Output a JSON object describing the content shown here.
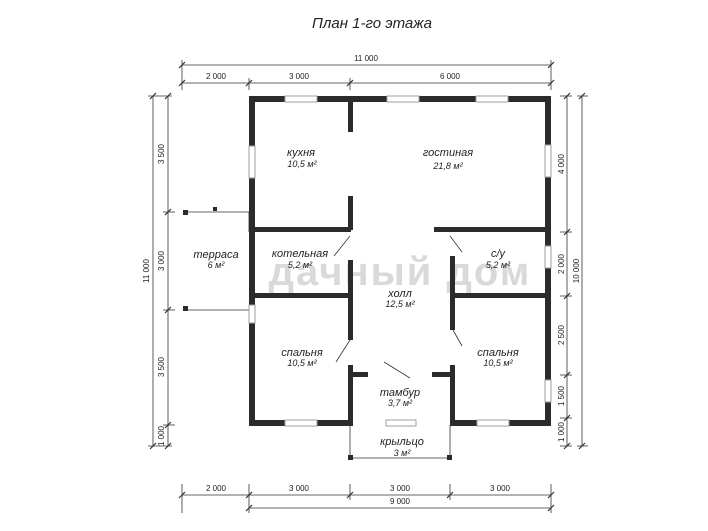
{
  "title": "План 1-го этажа",
  "watermark": "дачный дом",
  "colors": {
    "wall": "#2b2b2b",
    "line": "#333333",
    "window": "#9aa0a6"
  },
  "rooms": {
    "kitchen": {
      "name": "кухня",
      "area": "10,5 м²"
    },
    "living": {
      "name": "гостиная",
      "area": "21,8 м²"
    },
    "boiler": {
      "name": "котельная",
      "area": "5,2 м²"
    },
    "bath": {
      "name": "с/у",
      "area": "5,2 м²"
    },
    "terrace": {
      "name": "терраса",
      "area": "6 м²"
    },
    "hall": {
      "name": "холл",
      "area": "12,5 м²"
    },
    "bedroom1": {
      "name": "спальня",
      "area": "10,5 м²"
    },
    "bedroom2": {
      "name": "спальня",
      "area": "10,5 м²"
    },
    "vestibule": {
      "name": "тамбур",
      "area": "3,7 м²"
    },
    "porch": {
      "name": "крыльцо",
      "area": "3 м²"
    }
  },
  "dimensions": {
    "top_total": "11 000",
    "top": [
      "2 000",
      "3 000",
      "6 000"
    ],
    "bottom": [
      "2 000",
      "3 000",
      "3 000",
      "3 000"
    ],
    "bottom_total": "9 000",
    "left_total": "11 000",
    "left": [
      "3 500",
      "3 000",
      "3 500",
      "1 000"
    ],
    "right_total": "10 000",
    "right": [
      "4 000",
      "2 000",
      "2 500",
      "1 500",
      "1 000"
    ]
  }
}
